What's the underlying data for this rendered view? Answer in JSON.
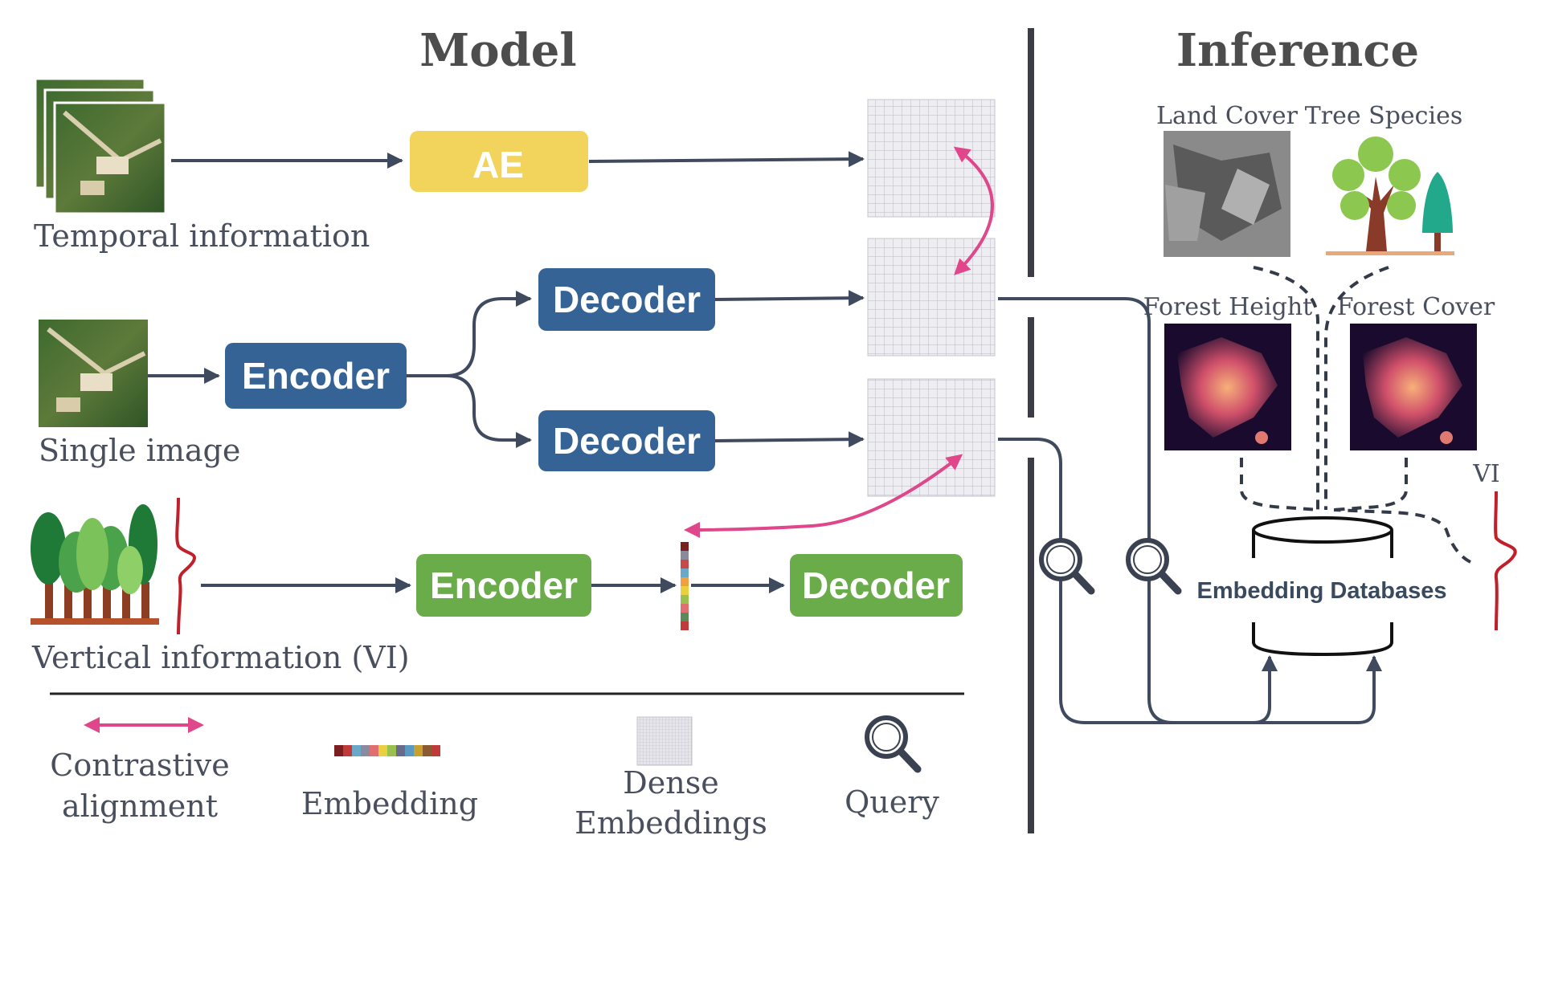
{
  "model": {
    "title": "Model",
    "temporal_label": "Temporal information",
    "single_label": "Single image",
    "vertical_label": "Vertical information (VI)",
    "ae_label": "AE",
    "encoder_blue_label": "Encoder",
    "decoder_top_label": "Decoder",
    "decoder_mid_label": "Decoder",
    "encoder_green_label": "Encoder",
    "decoder_green_label": "Decoder"
  },
  "inference": {
    "title": "Inference",
    "land_cover": "Land Cover",
    "tree_species": "Tree Species",
    "forest_height": "Forest Height",
    "forest_cover": "Forest Cover",
    "vi_label": "VI",
    "database_label": "Embedding Databases"
  },
  "legend": {
    "contrastive_line1": "Contrastive",
    "contrastive_line2": "alignment",
    "embedding": "Embedding",
    "dense_line1": "Dense",
    "dense_line2": "Embeddings",
    "query": "Query"
  },
  "colors": {
    "ae": "#f2d45c",
    "blue_box": "#356396",
    "green_box": "#6aab4a",
    "arrow": "#3f4a5e",
    "contrastive": "#e0468a",
    "vi_curve": "#c0202a",
    "divider": "#3c3c46"
  },
  "icons": {
    "query": "magnifier-icon",
    "tree": "forest-icon",
    "satellite": "satellite-image-icon",
    "database": "database-cylinder-icon"
  }
}
